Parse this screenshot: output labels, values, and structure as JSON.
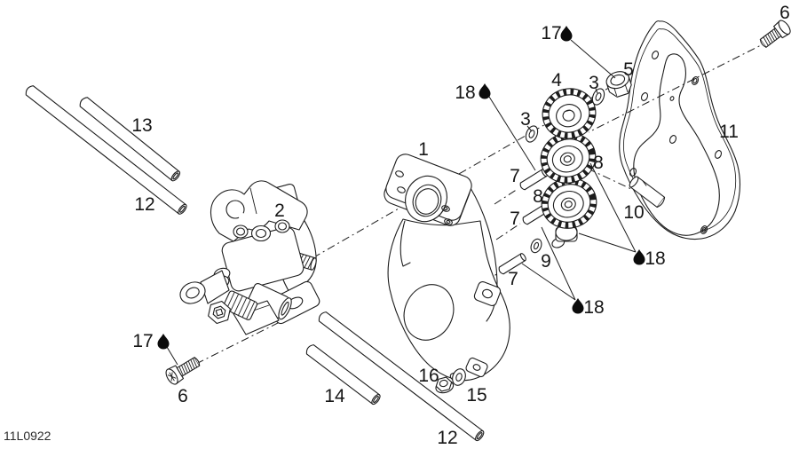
{
  "diagram": {
    "kind": "exploded-parts-diagram",
    "drawing_code": "11L0922",
    "ink_color": "#1d1d1d",
    "background_color": "#ffffff",
    "lubrication_symbol": "oil-drop",
    "callouts": [
      {
        "text": "13",
        "oil_drop": false
      },
      {
        "text": "12",
        "oil_drop": false
      },
      {
        "text": "2",
        "oil_drop": false
      },
      {
        "text": "1",
        "oil_drop": false
      },
      {
        "text": "18",
        "oil_drop": true
      },
      {
        "text": "3",
        "oil_drop": false
      },
      {
        "text": "7",
        "oil_drop": false
      },
      {
        "text": "7",
        "oil_drop": false
      },
      {
        "text": "7",
        "oil_drop": false
      },
      {
        "text": "4",
        "oil_drop": false
      },
      {
        "text": "3",
        "oil_drop": false
      },
      {
        "text": "17",
        "oil_drop": true
      },
      {
        "text": "5",
        "oil_drop": false
      },
      {
        "text": "6",
        "oil_drop": false
      },
      {
        "text": "11",
        "oil_drop": false
      },
      {
        "text": "8",
        "oil_drop": false
      },
      {
        "text": "8",
        "oil_drop": false
      },
      {
        "text": "9",
        "oil_drop": false
      },
      {
        "text": "10",
        "oil_drop": false
      },
      {
        "text": "18",
        "oil_drop": true
      },
      {
        "text": "18",
        "oil_drop": true
      },
      {
        "text": "17",
        "oil_drop": true
      },
      {
        "text": "6",
        "oil_drop": false
      },
      {
        "text": "16",
        "oil_drop": false
      },
      {
        "text": "15",
        "oil_drop": false
      },
      {
        "text": "14",
        "oil_drop": false
      },
      {
        "text": "12",
        "oil_drop": false
      }
    ]
  }
}
